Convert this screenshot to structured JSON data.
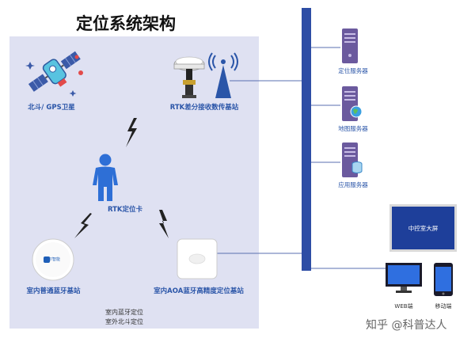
{
  "title": "定位系统架构",
  "left_panel": {
    "satellite_label": "北斗/ GPS卫星",
    "rtk_station_label": "RTK差分接收数传基站",
    "card_label": "RTK定位卡",
    "indoor_ble_label": "室内普通蓝牙基站",
    "indoor_aoa_label": "室内AOA蓝牙高精度定位基站",
    "note_line1": "室内蓝牙定位",
    "note_line2": "室外北斗定位",
    "ble_logo_text": "桑尔智能"
  },
  "servers": [
    {
      "label": "定位服务器"
    },
    {
      "label": "地图服务器"
    },
    {
      "label": "应用服务器"
    }
  ],
  "screen_label": "中控室大屏",
  "clients": [
    {
      "label": "WEB端"
    },
    {
      "label": "移动端"
    }
  ],
  "watermark": "知乎 @科普达人",
  "colors": {
    "panel_bg": "#dfe1f2",
    "bus": "#2d4da5",
    "label_blue": "#2a55a8",
    "lightning": "#222222"
  }
}
